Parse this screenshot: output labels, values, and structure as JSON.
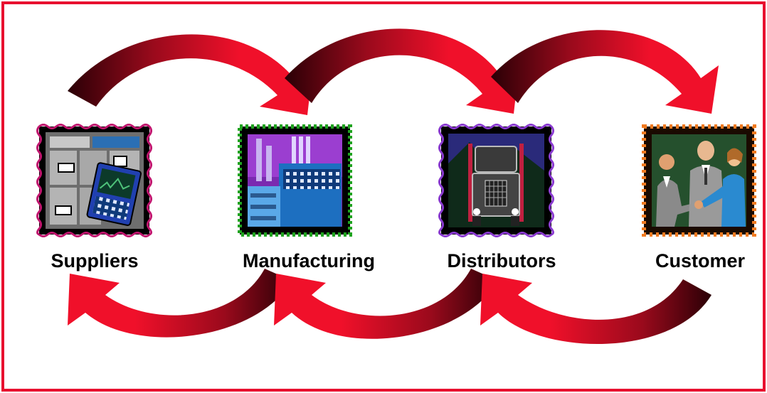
{
  "nodes": [
    {
      "label": "Suppliers",
      "icon": "warehouse-icon",
      "border": "wavy-magenta"
    },
    {
      "label": "Manufacturing",
      "icon": "factory-icon",
      "border": "green-dots"
    },
    {
      "label": "Distributors",
      "icon": "truck-icon",
      "border": "wavy-purple"
    },
    {
      "label": "Customer",
      "icon": "handshake-icon",
      "border": "orange-dots"
    }
  ],
  "colors": {
    "frame": "#e8102f",
    "arrow_light": "#f0102a",
    "arrow_dark": "#3a0008"
  }
}
